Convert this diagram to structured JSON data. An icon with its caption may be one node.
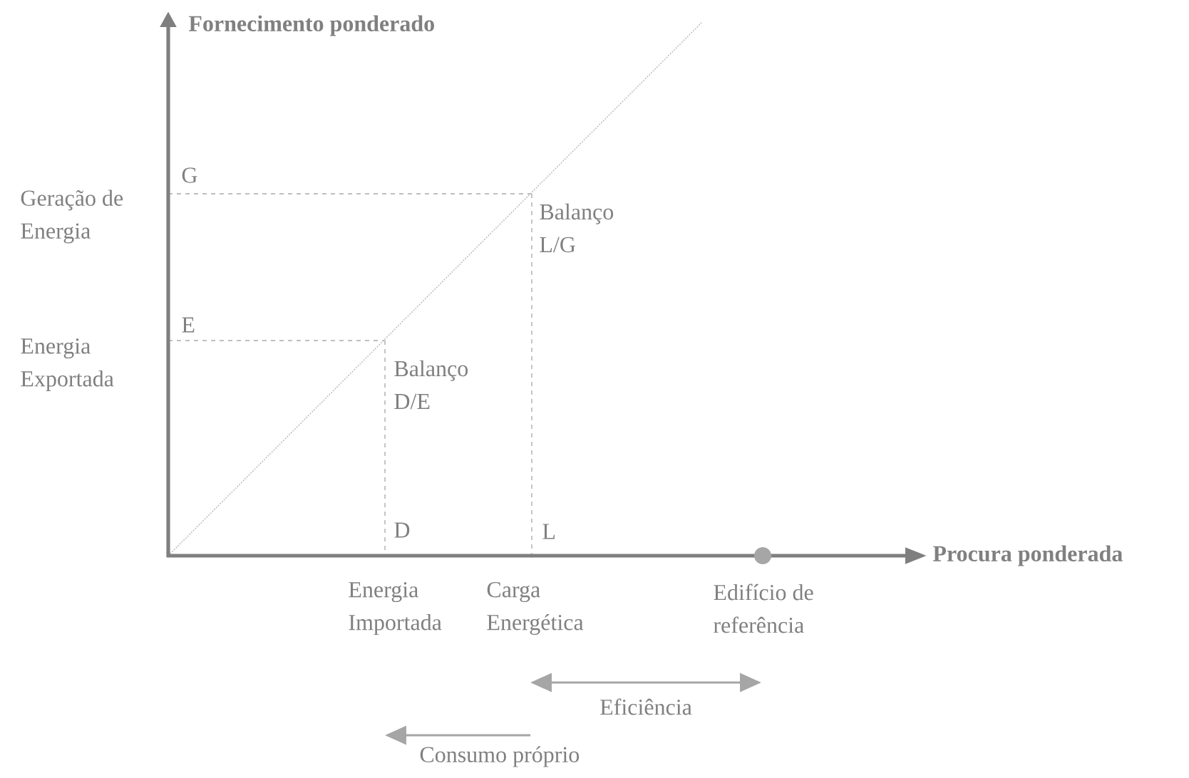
{
  "diagram": {
    "labels": [
      "Fornecimento ponderado",
      "G",
      "Geração de Energia",
      "Balanço L/G",
      "E",
      "Energia Exportada",
      "Balanço D/E",
      "D",
      "L",
      "Procura ponderada",
      "Energia Importada",
      "Carga Energética",
      "Edifício de referência",
      "Eficiência",
      "Consumo próprio"
    ]
  }
}
